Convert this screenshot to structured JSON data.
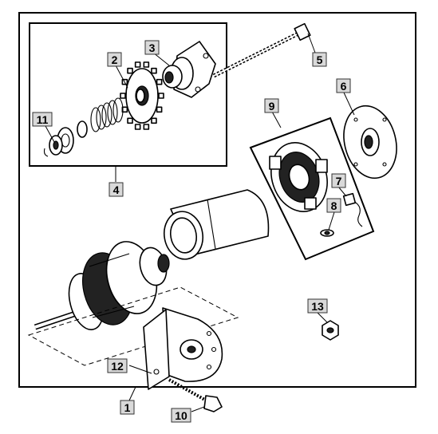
{
  "callouts": {
    "c1": "1",
    "c2": "2",
    "c3": "3",
    "c4": "4",
    "c5": "5",
    "c6": "6",
    "c7": "7",
    "c8": "8",
    "c9": "9",
    "c10": "10",
    "c11": "11",
    "c12": "12",
    "c13": "13"
  },
  "colors": {
    "callout_fill": "#d9d9d9",
    "line": "#000000",
    "background": "#ffffff"
  }
}
